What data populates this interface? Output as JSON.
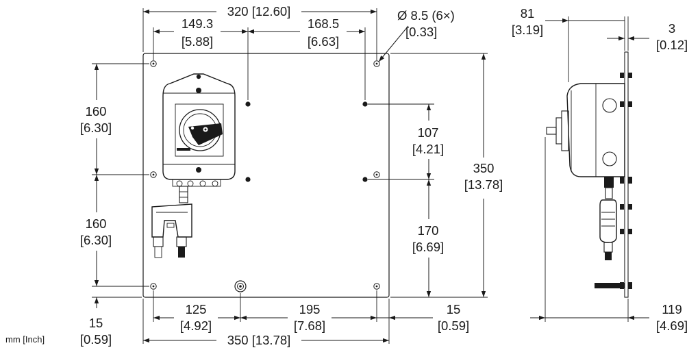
{
  "units_label": "mm [Inch]",
  "front_view": {
    "overall_width": "320 [12.60]",
    "hole_spacing_left": {
      "mm": "149.3",
      "inch": "[5.88]"
    },
    "hole_spacing_right": {
      "mm": "168.5",
      "inch": "[6.63]"
    },
    "hole_diameter": {
      "mm": "Ø 8.5 (6×)",
      "inch": "[0.33]"
    },
    "vertical_upper": {
      "mm": "160",
      "inch": "[6.30]"
    },
    "vertical_lower": {
      "mm": "160",
      "inch": "[6.30]"
    },
    "bottom_offset_left": {
      "mm": "15",
      "inch": "[0.59]"
    },
    "right_upper": {
      "mm": "107",
      "inch": "[4.21]"
    },
    "right_lower": {
      "mm": "170",
      "inch": "[6.69]"
    },
    "plate_height": {
      "mm": "350",
      "inch": "[13.78]"
    },
    "bottom_left": {
      "mm": "125",
      "inch": "[4.92]"
    },
    "bottom_middle": {
      "mm": "195",
      "inch": "[7.68]"
    },
    "bottom_right_offset": {
      "mm": "15",
      "inch": "[0.59]"
    },
    "plate_width": "350 [13.78]"
  },
  "side_view": {
    "depth": {
      "mm": "81",
      "inch": "[3.19]"
    },
    "plate_thickness": {
      "mm": "3",
      "inch": "[0.12]"
    },
    "total_depth": {
      "mm": "119",
      "inch": "[4.69]"
    }
  }
}
